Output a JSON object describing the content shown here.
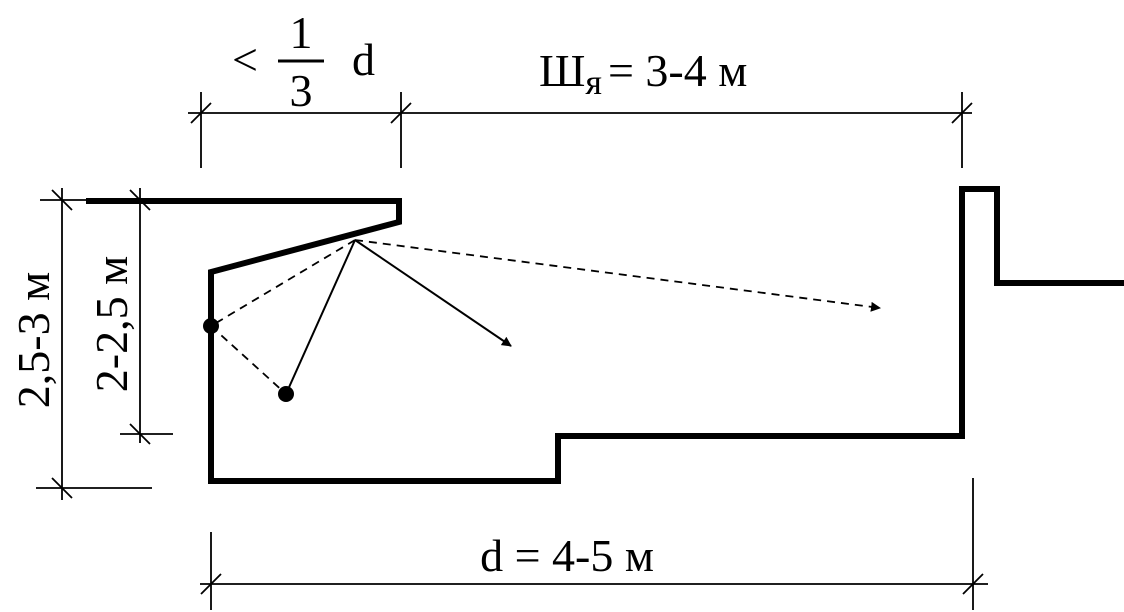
{
  "labels": {
    "less_than": "<",
    "frac_num": "1",
    "frac_den": "3",
    "frac_var": "d",
    "width_letter": "Ш",
    "width_sub": "я",
    "width_value": "= 3-4 м",
    "depth": "d = 4-5 м",
    "outer_height": "2,5-3 м",
    "inner_height": "2-2,5 м"
  }
}
